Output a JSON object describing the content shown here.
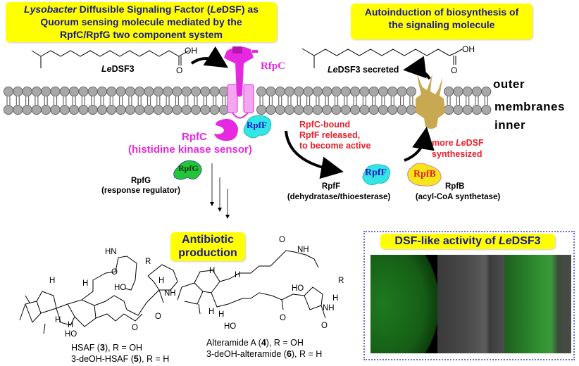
{
  "title_box_left": {
    "line1_italic": "Lysobacter",
    "line1_rest": " Diffusible Signaling Factor (",
    "line1_italic2": "Le",
    "line1_end": "DSF) as",
    "line2": "Quorum sensing molecule mediated by the",
    "line3": "RpfC/RpfG two component system"
  },
  "title_box_right": {
    "line1": "Autoinduction of biosynthesis of",
    "line2": "the signaling molecule"
  },
  "molecule_left": {
    "label_italic": "Le",
    "label_rest": "DSF3",
    "oh": "OH",
    "o": "O"
  },
  "molecule_right": {
    "label_italic": "Le",
    "label_rest": "DSF3 secreted",
    "oh": "OH",
    "o": "O"
  },
  "receptor_label": "RfpC",
  "membrane_labels": {
    "outer": "outer",
    "middle": "membranes",
    "inner": "inner"
  },
  "rpfc": {
    "name": "RpfC",
    "desc": "(histidine kinase sensor)"
  },
  "rpff_bound": "RpfF",
  "rpfg": {
    "blob": "RpfG",
    "name": "RpfG",
    "desc": "(response regulator)"
  },
  "release_note": {
    "line1": "RpfC-bound",
    "line2": "RpfF released,",
    "line3": "to become active"
  },
  "rpff_free": {
    "blob": "RpfF",
    "name": "RpfF",
    "desc": "(dehydratase/thioesterase)"
  },
  "rpfb": {
    "blob": "RpfB",
    "name": "RpfB",
    "desc": "(acyl-CoA synthetase)"
  },
  "more_note": {
    "line1_pre": "more ",
    "line1_italic": "Le",
    "line1_end": "DSF",
    "line2": "synthesized"
  },
  "antibiotic_box": {
    "line1": "Antibiotic",
    "line2": "production"
  },
  "compound_hsaf": {
    "caption1_pre": "HSAF (",
    "caption1_num": "3",
    "caption1_post": "), R = OH",
    "caption2_pre": "3-deOH-HSAF (",
    "caption2_num": "5",
    "caption2_post": "), R = H",
    "atoms": {
      "hn": "HN",
      "o1": "O",
      "r": "R",
      "h1": "H",
      "h2": "H",
      "ho1": "HO",
      "h3": "H",
      "nh": "NH",
      "h4": "H",
      "h5": "H",
      "o2": "O",
      "o3": "O",
      "ho2": "HO"
    }
  },
  "compound_alteramide": {
    "caption1_pre": "Alteramide A (",
    "caption1_num": "4",
    "caption1_post": "), R = OH",
    "caption2_pre": "3-deOH-alteramide (",
    "caption2_num": "6",
    "caption2_post": "), R = H",
    "atoms": {
      "o1": "O",
      "nh1": "NH",
      "r": "R",
      "h1": "H",
      "h2": "H",
      "ho1": "HO",
      "h3": "H",
      "nh2": "NH",
      "h4": "H",
      "h5": "H",
      "o2": "O",
      "o3": "O",
      "ho2": "HO"
    }
  },
  "activity_panel": {
    "title_pre": "DSF-like activity of ",
    "title_italic": "Le",
    "title_end": "DSF3",
    "panels": [
      "green fluorescence",
      "brightfield",
      "merged overlay"
    ]
  },
  "colors": {
    "title_yellow": "#ffff00",
    "title_text": "#1a1a8c",
    "magenta": "#e629e0",
    "red_text": "#e8202a",
    "cyan": "#33e6e6",
    "green": "#22c43a",
    "yellow_blob": "#f5e51a",
    "gold": "#c8a850",
    "lipid_gray": "#a8a8a8",
    "dotted_border": "#6a6ad8"
  }
}
